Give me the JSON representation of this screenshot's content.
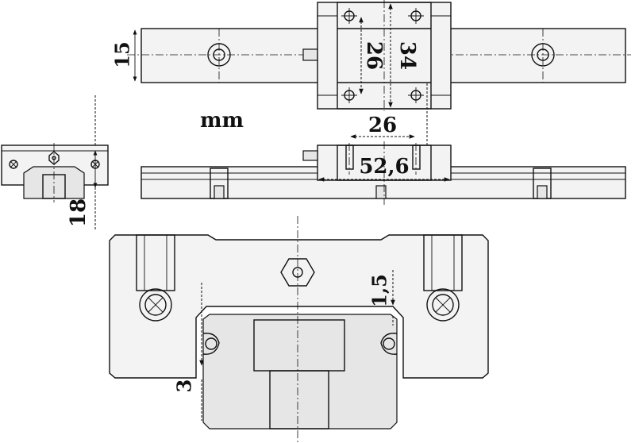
{
  "units_label": "mm",
  "dimensions": {
    "rail_height": "15",
    "bolt_pitch_y": "26",
    "carriage_width": "34",
    "bolt_pitch_x": "26",
    "carriage_length": "52,6",
    "total_height": "18",
    "clearance_top": "1,5",
    "clearance_side": "3"
  }
}
